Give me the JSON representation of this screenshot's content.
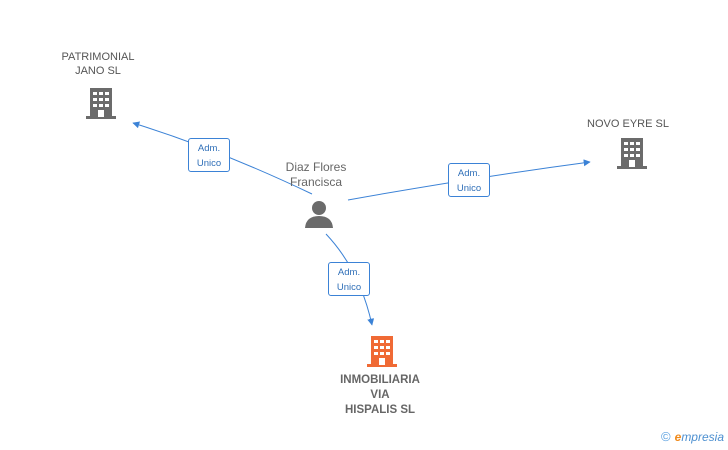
{
  "nodes": {
    "patrimonial": {
      "label": "PATRIMONIAL\nJANO SL"
    },
    "novo_eyre": {
      "label": "NOVO EYRE SL"
    },
    "person": {
      "label": "Diaz Flores\nFrancisca"
    },
    "inmobiliaria": {
      "label": "INMOBILIARIA\nVIA\nHISPALIS SL"
    }
  },
  "edges": [
    {
      "line1": "Adm.",
      "line2": "Unico"
    },
    {
      "line1": "Adm.",
      "line2": "Unico"
    },
    {
      "line1": "Adm.",
      "line2": "Unico"
    }
  ],
  "colors": {
    "edge": "#3b82d6",
    "company_icon": "#6b6b6b",
    "main_company_icon": "#f06a35",
    "person_icon": "#6b6b6b"
  },
  "brand": {
    "copyright": "©",
    "first_letter": "e",
    "rest": "mpresia"
  }
}
